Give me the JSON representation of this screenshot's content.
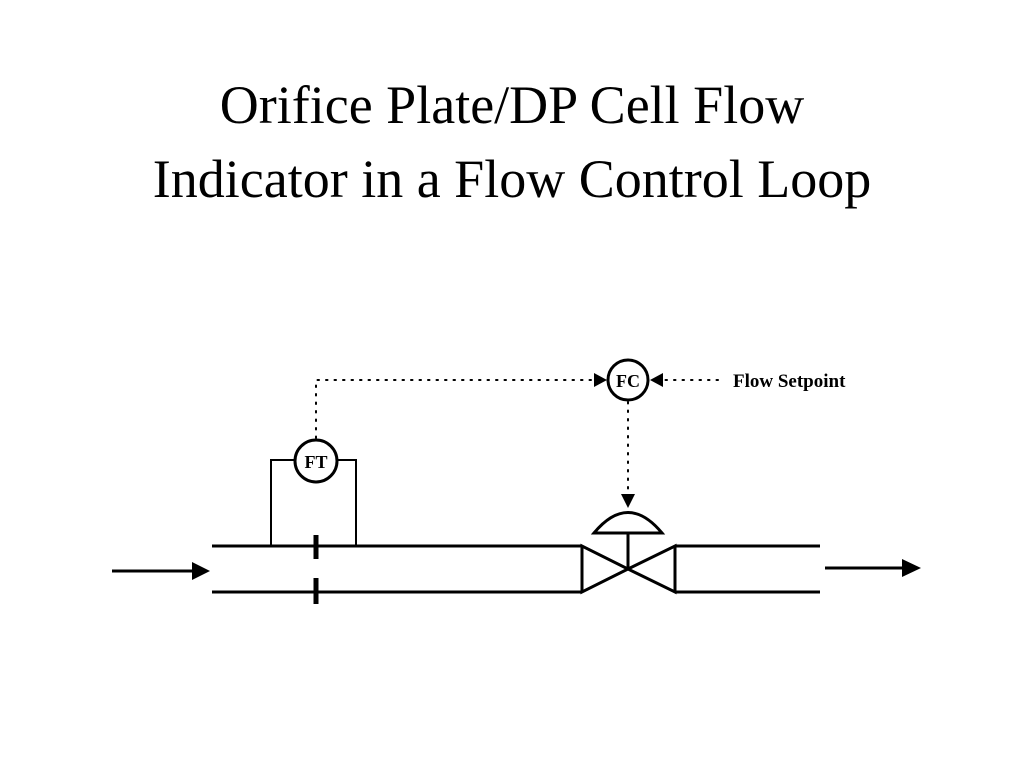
{
  "slide": {
    "title_line1": "Orifice Plate/DP Cell Flow",
    "title_line2": "Indicator in a Flow Control Loop"
  },
  "diagram": {
    "transmitter_label": "FT",
    "controller_label": "FC",
    "setpoint_label": "Flow Setpoint"
  },
  "colors": {
    "line": "#000000",
    "background": "#ffffff"
  }
}
